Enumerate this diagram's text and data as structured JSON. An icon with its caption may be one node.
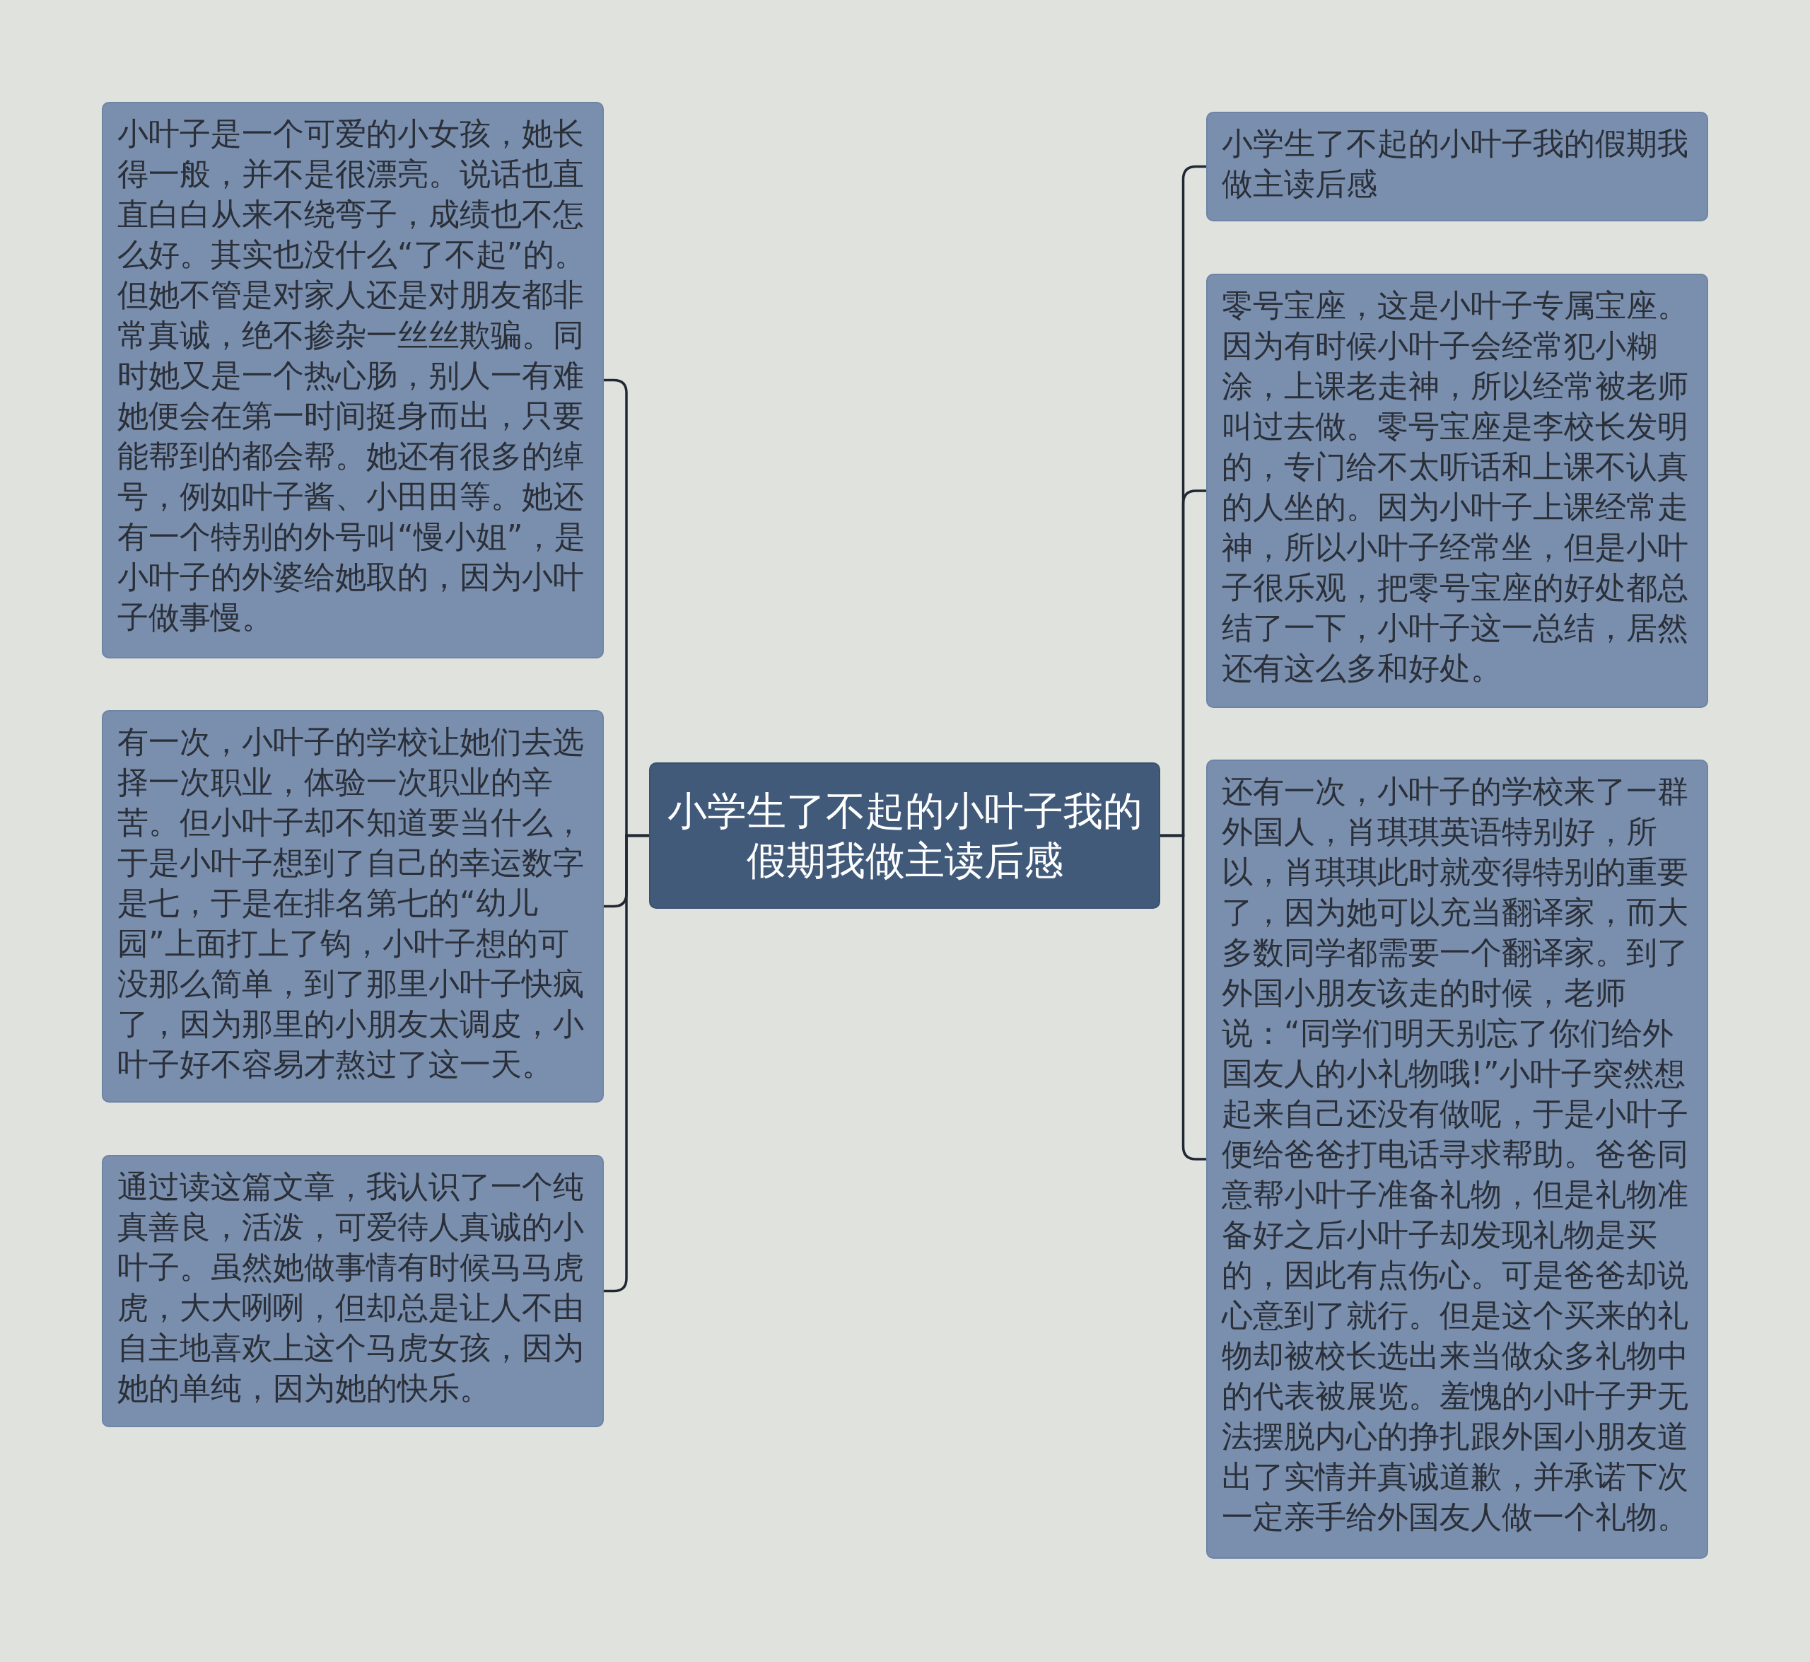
{
  "diagram": {
    "nodes": [
      {
        "text": [
          "小学生了不起的小叶子我的假期我做主读后感"
        ]
      },
      {
        "text": [
          "小叶子是一个可爱的小女孩，她长得一般，并不是很漂亮。说话也直直白白从来不绕弯子，成绩也不怎么好。其实也没什么“了不起”的。但她不管是对家人还是对朋友都非常真诚，绝不掺杂一丝丝欺骗。同时她又是一个热心肠，别人一有难她便会在第一时间挺身而出，只要能帮到的都会帮。她还有很多的绰号，例如叶子酱、小田田等。她还有一个特别的外号叫“慢小姐”，是小叶子的外婆给她取的，因为小叶子做事慢。"
        ]
      },
      {
        "text": [
          "有一次，小叶子的学校让她们去选择一次职业，体验一次职业的辛苦。但小叶子却不知道要当什么，于是小叶子想到了自己的幸运数字是七，于是在排名第七的“幼儿园”上面打上了钩，小叶子想的可没那么简单，到了那里小叶子快疯了，因为那里的小朋友太调皮，小叶子好不容易才熬过了这一天。"
        ]
      },
      {
        "text": [
          "通过读这篇文章，我认识了一个纯真善良，活泼，可爱待人真诚的小叶子。虽然她做事情有时候马马虎虎，大大咧咧，但却总是让人不由自主地喜欢上这个马虎女孩，因为她的单纯，因为她的快乐。"
        ]
      },
      {
        "text": [
          "小学生了不起的小叶子我的假期我做主读后感"
        ]
      },
      {
        "text": [
          "零号宝座，这是小叶子专属宝座。因为有时候小叶子会经常犯小糊涂，上课老走神，所以经常被老师叫过去做。零号宝座是李校长发明的，专门给不太听话和上课不认真的人坐的。因为小叶子上课经常走神，所以小叶子经常坐，但是小叶子很乐观，把零号宝座的好处都总结了一下，小叶子这一总结，居然还有这么多和好处。"
        ]
      },
      {
        "text": [
          "还有一次，小叶子的学校来了一群外国人，肖琪琪英语特别好，所以，肖琪琪此时就变得特别的重要了，因为她可以充当翻译家，而大多数同学都需要一个翻译家。到了外国小朋友该走的时候，老师说：“同学们明天别忘了你们给外国友人的小礼物哦!”小叶子突然想起来自己还没有做呢，于是小叶子便给爸爸打电话寻求帮助。爸爸同意帮小叶子准备礼物，但是礼物准备好之后小叶子却发现礼物是买的，因此有点伤心。可是爸爸却说心意到了就行。但是这个买来的礼物却被校长选出来当做众多礼物中的代表被展览。羞愧的小叶子尹无法摆脱内心的挣扎跟外国小朋友道出了实情并真诚道歉，并承诺下次一定亲手给外国友人做一个礼物。"
        ]
      }
    ],
    "edges": [
      {
        "from": 0,
        "to": 1,
        "arrow": "none"
      },
      {
        "from": 0,
        "to": 2,
        "arrow": "none"
      },
      {
        "from": 0,
        "to": 3,
        "arrow": "none"
      },
      {
        "from": 0,
        "to": 4,
        "arrow": "none"
      },
      {
        "from": 0,
        "to": 5,
        "arrow": "none"
      },
      {
        "from": 0,
        "to": 6,
        "arrow": "none"
      }
    ]
  }
}
